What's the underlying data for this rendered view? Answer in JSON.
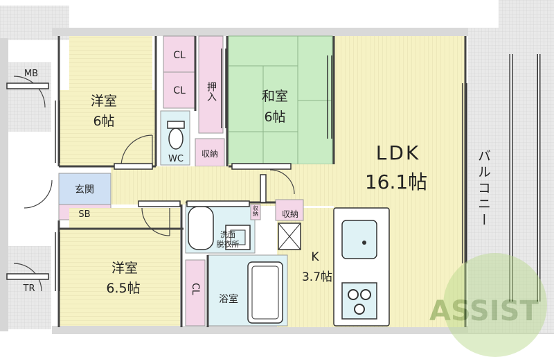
{
  "rooms": {
    "western_room_1": {
      "name": "洋室",
      "size": "6帖"
    },
    "japanese_room": {
      "name": "和室",
      "size": "6帖"
    },
    "ldk": {
      "name": "LDK",
      "size": "16.1帖"
    },
    "kitchen": {
      "name": "K",
      "size": "3.7帖"
    },
    "western_room_2": {
      "name": "洋室",
      "size": "6.5帖"
    },
    "balcony": "バルコニー",
    "entrance": "玄関",
    "wc": "WC",
    "bath": "浴室",
    "washroom": {
      "line1": "洗面",
      "line2": "脱衣所"
    }
  },
  "storage": {
    "mb": "MB",
    "tr": "TR",
    "sb": "SB",
    "cl": "CL",
    "oshiire": "押入",
    "shuno": "収納",
    "shuno_small": "収納"
  },
  "watermark": "ASSIST",
  "colors": {
    "floor_wood": "#f6f2c4",
    "tatami": "#c9ecc4",
    "closet": "#f4d7e8",
    "entrance": "#cfe0f4",
    "wet_area": "#dff2f5",
    "wall": "#dcdcdc",
    "balcony": "#e6e6e6"
  }
}
